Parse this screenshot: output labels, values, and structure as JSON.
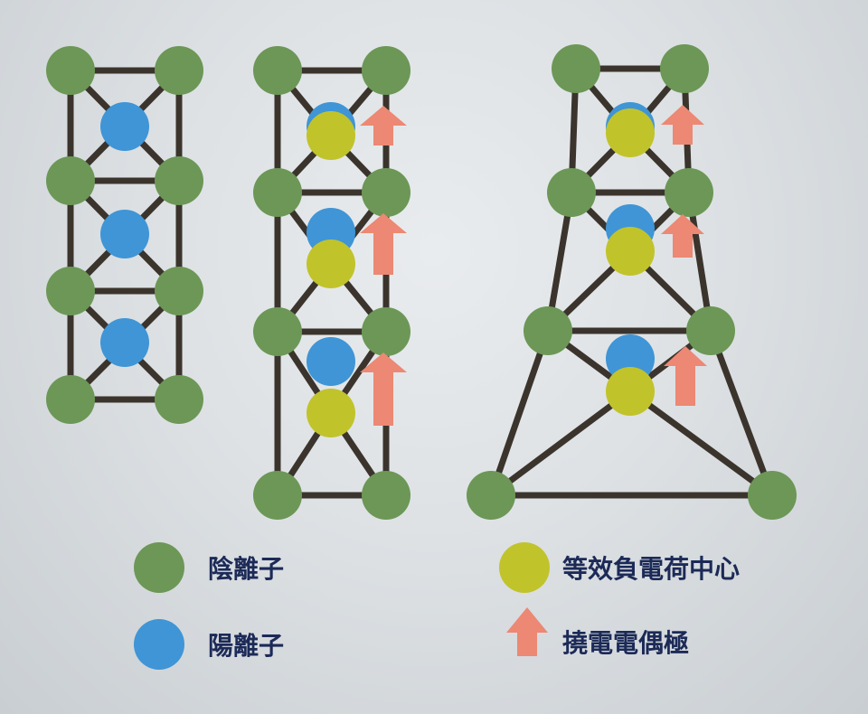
{
  "legend": {
    "anion": "陰離子",
    "cation": "陽離子",
    "negative_center": "等效負電荷中心",
    "dipole": "撓電電偶極"
  },
  "colors": {
    "anion": "#6c9756",
    "cation": "#3f95d6",
    "negative_center": "#c1c32b",
    "dipole": "#ec8873",
    "bond": "#3b342d",
    "label": "#1c2a57"
  },
  "diagrams": [
    {
      "name": "undeformed-lattice",
      "anions": [
        [
          78,
          78
        ],
        [
          198,
          78
        ],
        [
          78,
          200
        ],
        [
          198,
          200
        ],
        [
          78,
          322
        ],
        [
          198,
          322
        ],
        [
          78,
          442
        ],
        [
          198,
          442
        ]
      ],
      "cations": [
        [
          138,
          140
        ],
        [
          138,
          259
        ],
        [
          138,
          379
        ]
      ],
      "centers": [],
      "arrows": [],
      "bonds": [
        [
          78,
          78,
          198,
          78
        ],
        [
          78,
          200,
          198,
          200
        ],
        [
          78,
          322,
          198,
          322
        ],
        [
          78,
          442,
          198,
          442
        ],
        [
          78,
          78,
          78,
          442
        ],
        [
          198,
          78,
          198,
          442
        ],
        [
          78,
          78,
          198,
          200
        ],
        [
          198,
          78,
          78,
          200
        ],
        [
          78,
          200,
          198,
          322
        ],
        [
          198,
          200,
          78,
          322
        ],
        [
          78,
          322,
          198,
          442
        ],
        [
          198,
          322,
          78,
          442
        ]
      ]
    },
    {
      "name": "strained-lattice",
      "anions": [
        [
          307,
          78
        ],
        [
          427,
          78
        ],
        [
          307,
          213
        ],
        [
          427,
          213
        ],
        [
          307,
          367
        ],
        [
          427,
          367
        ],
        [
          307,
          548
        ],
        [
          427,
          548
        ]
      ],
      "cations": [
        [
          366,
          140
        ],
        [
          366,
          257
        ],
        [
          366,
          400
        ]
      ],
      "centers": [
        [
          366,
          150
        ],
        [
          366,
          292
        ],
        [
          366,
          457
        ]
      ],
      "arrows": [
        [
          424,
          117,
          26,
          44
        ],
        [
          424,
          236,
          26,
          68
        ],
        [
          424,
          390,
          26,
          81
        ]
      ],
      "bonds": [
        [
          307,
          78,
          427,
          78
        ],
        [
          307,
          213,
          427,
          213
        ],
        [
          307,
          367,
          427,
          367
        ],
        [
          307,
          548,
          427,
          548
        ],
        [
          307,
          78,
          307,
          548
        ],
        [
          427,
          78,
          427,
          548
        ],
        [
          307,
          78,
          366,
          150
        ],
        [
          427,
          78,
          366,
          150
        ],
        [
          307,
          213,
          366,
          150
        ],
        [
          427,
          213,
          366,
          150
        ],
        [
          307,
          213,
          366,
          292
        ],
        [
          427,
          213,
          366,
          292
        ],
        [
          307,
          367,
          366,
          292
        ],
        [
          427,
          367,
          366,
          292
        ],
        [
          307,
          367,
          366,
          457
        ],
        [
          427,
          367,
          366,
          457
        ],
        [
          307,
          548,
          366,
          457
        ],
        [
          427,
          548,
          366,
          457
        ]
      ]
    },
    {
      "name": "flexoelectric-lattice",
      "anions": [
        [
          637,
          76
        ],
        [
          757,
          76
        ],
        [
          632,
          213
        ],
        [
          762,
          213
        ],
        [
          606,
          366
        ],
        [
          786,
          366
        ],
        [
          543,
          548
        ],
        [
          854,
          548
        ]
      ],
      "cations": [
        [
          697,
          140
        ],
        [
          697,
          253
        ],
        [
          697,
          397
        ]
      ],
      "centers": [
        [
          697,
          147
        ],
        [
          697,
          278
        ],
        [
          697,
          433
        ]
      ],
      "arrows": [
        [
          755,
          116,
          24,
          44
        ],
        [
          755,
          237,
          24,
          48
        ],
        [
          758,
          383,
          24,
          66
        ]
      ],
      "bonds": [
        [
          637,
          76,
          757,
          76
        ],
        [
          632,
          213,
          762,
          213
        ],
        [
          606,
          366,
          786,
          366
        ],
        [
          543,
          548,
          854,
          548
        ],
        [
          637,
          76,
          632,
          213
        ],
        [
          757,
          76,
          762,
          213
        ],
        [
          632,
          213,
          606,
          366
        ],
        [
          762,
          213,
          786,
          366
        ],
        [
          606,
          366,
          543,
          548
        ],
        [
          786,
          366,
          854,
          548
        ],
        [
          637,
          76,
          697,
          147
        ],
        [
          757,
          76,
          697,
          147
        ],
        [
          632,
          213,
          697,
          147
        ],
        [
          762,
          213,
          697,
          147
        ],
        [
          632,
          213,
          697,
          278
        ],
        [
          762,
          213,
          697,
          278
        ],
        [
          606,
          366,
          697,
          278
        ],
        [
          786,
          366,
          697,
          278
        ],
        [
          606,
          366,
          697,
          433
        ],
        [
          786,
          366,
          697,
          433
        ],
        [
          543,
          548,
          697,
          433
        ],
        [
          854,
          548,
          697,
          433
        ]
      ]
    }
  ]
}
